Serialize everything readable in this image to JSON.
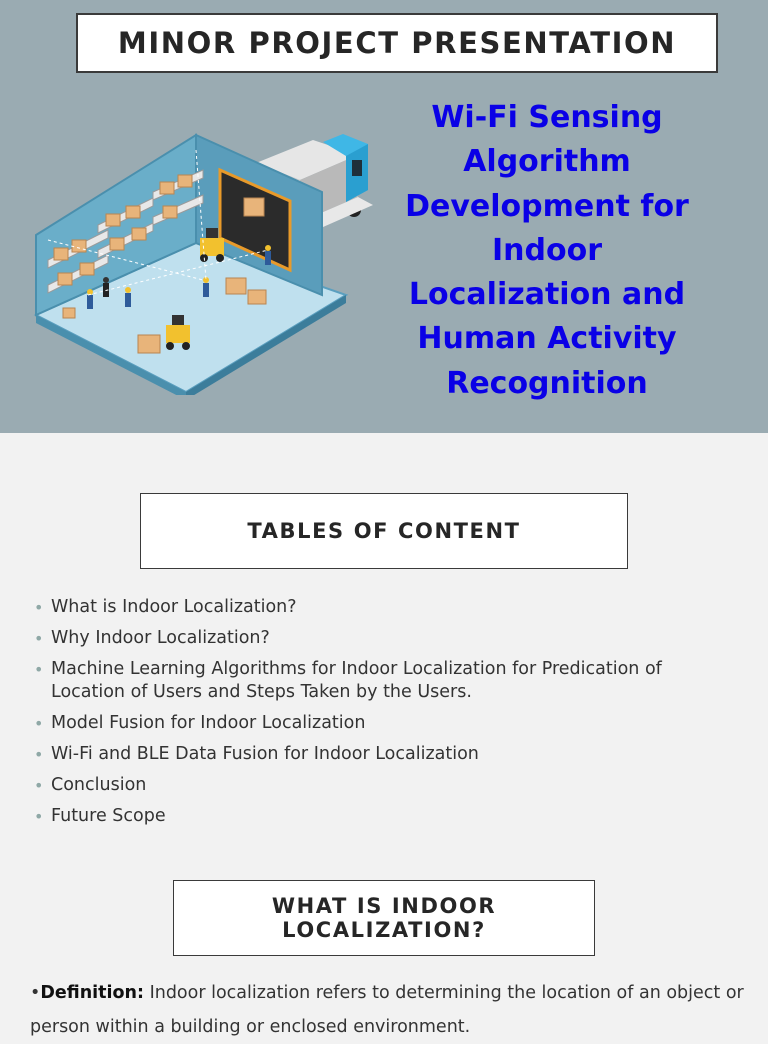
{
  "slide1": {
    "banner_title": "MINOR PROJECT PRESENTATION",
    "headline": "Wi-Fi Sensing Algorithm Development for Indoor Localization and Human Activity Recognition",
    "illustration_icon": "warehouse-illustration"
  },
  "slide2": {
    "heading": "TABLES OF CONTENT",
    "items": [
      "What is Indoor Localization?",
      "Why Indoor Localization?",
      "Machine Learning Algorithms for Indoor Localization for Predication of Location of Users and Steps Taken by the Users.",
      "Model Fusion for Indoor Localization",
      "Wi-Fi and BLE Data Fusion for Indoor Localization",
      "Conclusion",
      "Future Scope"
    ],
    "bullet": "•"
  },
  "slide3": {
    "heading": "WHAT IS INDOOR\nLOCALIZATION?",
    "bullet": "•",
    "definition_label": "Definition:",
    "definition_text": " Indoor localization refers to determining the location of an object or person within a building or enclosed environment."
  },
  "colors": {
    "slide1_bg": "#9aabb2",
    "headline": "#0a00e6",
    "page_bg": "#f2f2f2"
  }
}
